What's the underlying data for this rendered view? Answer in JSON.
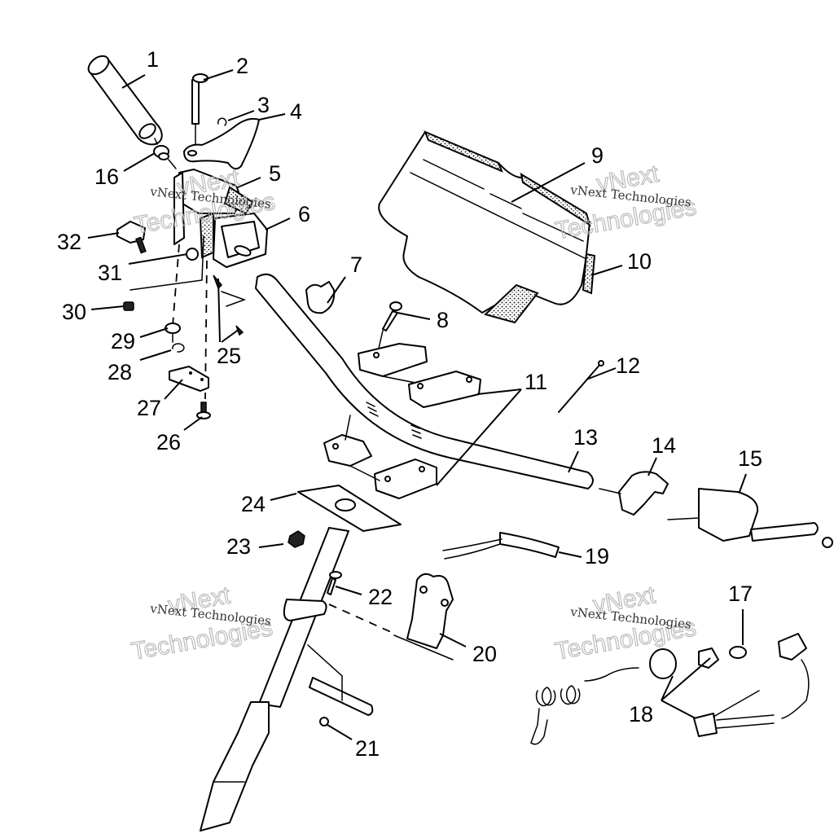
{
  "diagram": {
    "type": "exploded-parts-diagram",
    "subject": "Handlebar / steering assembly",
    "callouts": [
      {
        "id": "1",
        "label": "1",
        "part": "handlebar-grip"
      },
      {
        "id": "2",
        "label": "2",
        "part": "pivot-pin"
      },
      {
        "id": "3",
        "label": "3",
        "part": "e-clip"
      },
      {
        "id": "4",
        "label": "4",
        "part": "throttle-lever"
      },
      {
        "id": "5",
        "label": "5",
        "part": "throttle-housing"
      },
      {
        "id": "6",
        "label": "6",
        "part": "throttle-bracket"
      },
      {
        "id": "7",
        "label": "7",
        "part": "cable-clip"
      },
      {
        "id": "8",
        "label": "8",
        "part": "clamp-bolt"
      },
      {
        "id": "9",
        "label": "9",
        "part": "handlebar-cover"
      },
      {
        "id": "10",
        "label": "10",
        "part": "cover-pad"
      },
      {
        "id": "11",
        "label": "11",
        "part": "handlebar-clamp"
      },
      {
        "id": "12",
        "label": "12",
        "part": "cable-tie"
      },
      {
        "id": "13",
        "label": "13",
        "part": "handlebar"
      },
      {
        "id": "14",
        "label": "14",
        "part": "brake-lever"
      },
      {
        "id": "15",
        "label": "15",
        "part": "switch-housing"
      },
      {
        "id": "16",
        "label": "16",
        "part": "grip-end-plug"
      },
      {
        "id": "17",
        "label": "17",
        "part": "washer"
      },
      {
        "id": "18",
        "label": "18",
        "part": "stop-switch-lanyard-kit"
      },
      {
        "id": "19",
        "label": "19",
        "part": "coiled-wire"
      },
      {
        "id": "20",
        "label": "20",
        "part": "steering-bracket"
      },
      {
        "id": "21",
        "label": "21",
        "part": "nut"
      },
      {
        "id": "22",
        "label": "22",
        "part": "screw"
      },
      {
        "id": "23",
        "label": "23",
        "part": "lock-nut"
      },
      {
        "id": "24",
        "label": "24",
        "part": "steering-post-plate"
      },
      {
        "id": "25",
        "label": "25",
        "part": "screws"
      },
      {
        "id": "26",
        "label": "26",
        "part": "bolt"
      },
      {
        "id": "27",
        "label": "27",
        "part": "cover-plate"
      },
      {
        "id": "28",
        "label": "28",
        "part": "clip"
      },
      {
        "id": "29",
        "label": "29",
        "part": "washer"
      },
      {
        "id": "30",
        "label": "30",
        "part": "nut"
      },
      {
        "id": "31",
        "label": "31",
        "part": "ball"
      },
      {
        "id": "32",
        "label": "32",
        "part": "adjuster-screw"
      }
    ]
  },
  "watermarks": [
    {
      "small": "vNext Technologies",
      "big1": "vNext",
      "big2": "Technologies"
    },
    {
      "small": "vNext Technologies",
      "big1": "vNext",
      "big2": "Technologies"
    },
    {
      "small": "vNext Technologies",
      "big1": "vNext",
      "big2": "Technologies"
    },
    {
      "small": "vNext Technologies",
      "big1": "vNext",
      "big2": "Technologies"
    }
  ]
}
